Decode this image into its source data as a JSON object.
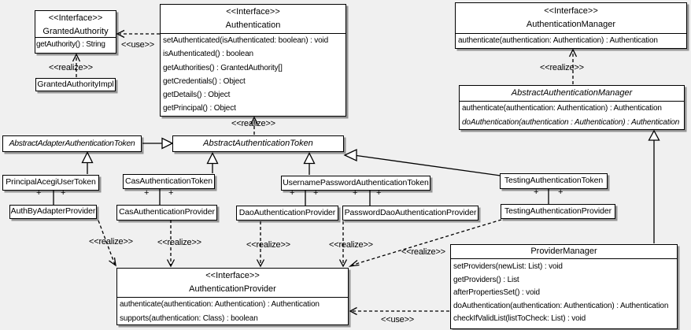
{
  "classes": {
    "granted_authority": {
      "stereotype": "<<Interface>>",
      "name": "GrantedAuthority",
      "methods": [
        "getAuthority() : String"
      ]
    },
    "authentication": {
      "stereotype": "<<Interface>>",
      "name": "Authentication",
      "methods": [
        "setAuthenticated(isAuthenticated: boolean) : void",
        "isAuthenticated() : boolean",
        "getAuthorities() : GrantedAuthority[]",
        "getCredentials() : Object",
        "getDetails() : Object",
        "getPrincipal() : Object"
      ]
    },
    "authentication_manager": {
      "stereotype": "<<Interface>>",
      "name": "AuthenticationManager",
      "methods": [
        "authenticate(authentication: Authentication) : Authentication"
      ]
    },
    "granted_authority_impl": {
      "name": "GrantedAuthorityImpl"
    },
    "abstract_authentication_manager": {
      "name": "AbstractAuthenticationManager",
      "methods": [
        "authenticate(authentication: Authentication) : Authentication",
        "doAuthentication(authentication : Authentication) : Authentication"
      ]
    },
    "abstract_adapter_authentication_token": {
      "name": "AbstractAdapterAuthenticationToken"
    },
    "abstract_authentication_token": {
      "name": "AbstractAuthenticationToken"
    },
    "principal_acegi_user_token": {
      "name": "PrincipalAcegiUserToken"
    },
    "cas_authentication_token": {
      "name": "CasAuthenticationToken"
    },
    "username_password_authentication_token": {
      "name": "UsernamePasswordAuthenticationToken"
    },
    "testing_authentication_token": {
      "name": "TestingAuthenticationToken"
    },
    "auth_by_adapter_provider": {
      "name": "AuthByAdapterProvider"
    },
    "cas_authentication_provider": {
      "name": "CasAuthenticationProvider"
    },
    "dao_authentication_provider": {
      "name": "DaoAuthenticationProvider"
    },
    "password_dao_authentication_provider": {
      "name": "PasswordDaoAuthenticationProvider"
    },
    "testing_authentication_provider": {
      "name": "TestingAuthenticationProvider"
    },
    "authentication_provider": {
      "stereotype": "<<Interface>>",
      "name": "AuthenticationProvider",
      "methods": [
        "authenticate(authentication: Authentication) : Authentication",
        "supports(authentication: Class) : boolean"
      ]
    },
    "provider_manager": {
      "name": "ProviderManager",
      "methods": [
        "setProviders(newList: List) : void",
        "getProviders() : List",
        "afterPropertiesSet() : void",
        "doAuthentication(authentication: Authentication) : Authentication",
        "checkIfValidList(listToCheck: List) : void"
      ]
    }
  },
  "labels": {
    "use": "<<use>>",
    "realize": "<<realize>>",
    "plus": "+"
  },
  "colors": {
    "background": "#f0f0f0",
    "box_fill": "#ffffff",
    "line": "#000000"
  }
}
